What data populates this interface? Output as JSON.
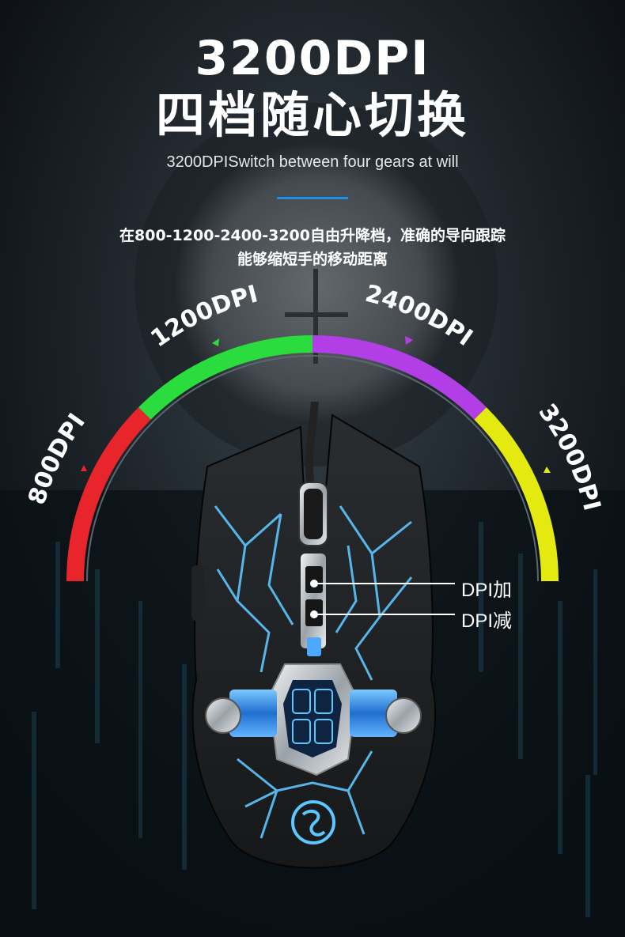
{
  "header": {
    "title_line1": "3200DPI",
    "title_line2": "四档随心切换",
    "subtitle_en": "3200DPISwitch between four gears at will",
    "description_line1": "在800-1200-2400-3200自由升降档，准确的导向跟踪",
    "description_line2": "能够缩短手的移动距离"
  },
  "dpi_levels": [
    {
      "label": "800DPI",
      "color": "#e8252b"
    },
    {
      "label": "1200DPI",
      "color": "#2bdc3e"
    },
    {
      "label": "2400DPI",
      "color": "#b23fe6"
    },
    {
      "label": "3200DPI",
      "color": "#e4ea10"
    }
  ],
  "callouts": {
    "dpi_plus": "DPI加",
    "dpi_minus": "DPI减"
  },
  "colors": {
    "accent_blue": "#1f8fe0",
    "mouse_glow": "#5cc6ff"
  }
}
